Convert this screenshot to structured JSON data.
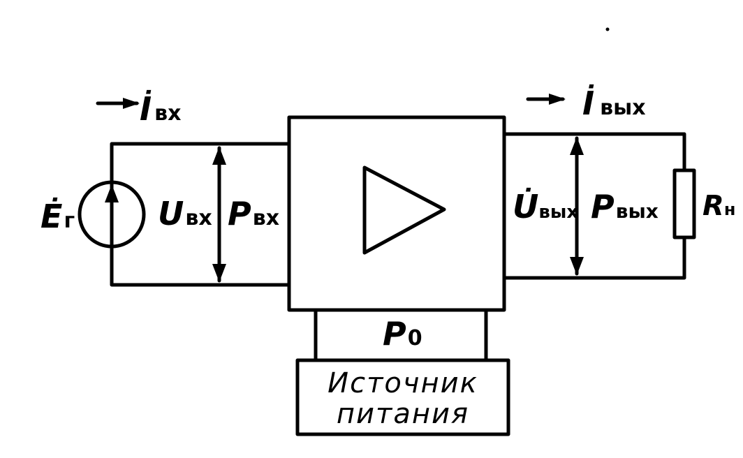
{
  "labels": {
    "i_in": "İ",
    "i_in_sub": "вх",
    "i_out": "İ",
    "i_out_sub": "вых",
    "e_g": "Ė",
    "e_g_sub": "г",
    "u_in": "U",
    "u_in_sub": "вх",
    "p_in": "P",
    "p_in_sub": "вх",
    "u_out": "U̇",
    "u_out_sub": "вых",
    "p_out": "P",
    "p_out_sub": "вых",
    "r_load": "R",
    "r_load_sub": "н",
    "p_zero": "P",
    "p_zero_sub": "0"
  },
  "power_supply": {
    "line1": "Источник",
    "line2": "питания"
  }
}
